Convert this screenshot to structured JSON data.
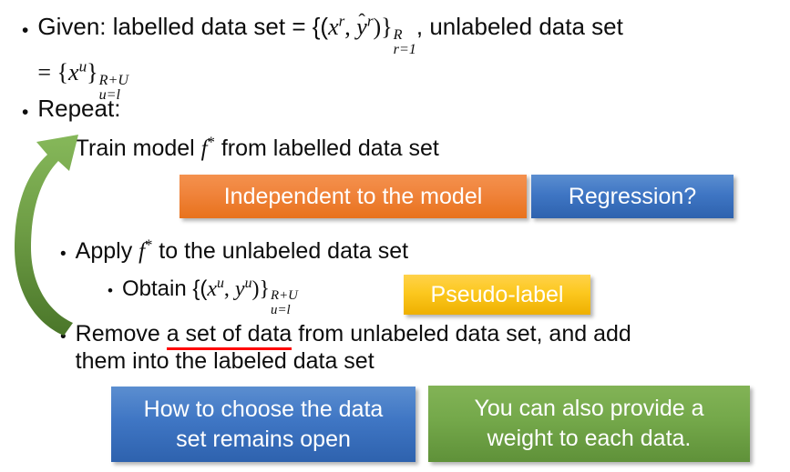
{
  "slide": {
    "background_color": "#ffffff",
    "text_color": "#0d0d0d",
    "bullets": [
      {
        "level": 1,
        "marker": "•",
        "line1_a": "Given: labelled data set = {(",
        "var_x1": "x",
        "sup_r1": "r",
        "comma1": ", ",
        "hat": "̂",
        "var_y1": "y",
        "sup_r2": "r",
        "close1": ")}",
        "sub_top1": "R",
        "sub_bot1": "r=1",
        "line1_b": ", unlabeled data set",
        "line2_a": "= {",
        "var_x2": "x",
        "sup_u1": "u",
        "close2": "}",
        "sub_top2": "R+U",
        "sub_bot2": "u=l"
      },
      {
        "level": 1,
        "marker": "•",
        "text": "Repeat:"
      },
      {
        "level": 2,
        "marker": "•",
        "text_a": "Train model ",
        "var_f": "f",
        "star": "*",
        "text_b": " from labelled data set"
      },
      {
        "level": 2,
        "marker": "•",
        "text_a": "Apply ",
        "var_f": "f",
        "star": "*",
        "text_b": " to the unlabeled data set"
      },
      {
        "level": 3,
        "marker": "•",
        "text_a": "Obtain {(",
        "var_x": "x",
        "sup_u": "u",
        "comma": ", ",
        "var_y": "y",
        "sup_u2": "u",
        "close": ")}",
        "sub_top": "R+U",
        "sub_bot": "u=l"
      },
      {
        "level": 2,
        "marker": "•",
        "text_a": "Remove ",
        "underlined": "a set of data",
        "text_b": " from unlabeled data set, and add",
        "text_c": "them into the labeled data set"
      }
    ],
    "callouts": [
      {
        "name": "independent-to-the-model",
        "label": "Independent to the model",
        "color": "#e8721c"
      },
      {
        "name": "regression-question",
        "label": "Regression?",
        "color": "#2e62ae"
      },
      {
        "name": "pseudo-label",
        "label": "Pseudo-label",
        "color": "#eeb000"
      },
      {
        "name": "how-to-choose-the-data-set",
        "label": "How to choose the data set remains open",
        "line1": "How to choose the data",
        "line2": "set remains open",
        "color": "#2e62ae"
      },
      {
        "name": "weight-to-each-data",
        "label": "You can also provide a weight to each data.",
        "line1": "You can also provide a",
        "line2": "weight to each data.",
        "color": "#5f9139"
      }
    ],
    "arrow": {
      "name": "loop-arrow",
      "description": "curved green arrow looping from the Remove bullet back up to the Train model bullet",
      "color_top": "#7fb052",
      "color_bottom": "#4e7d2b"
    },
    "underline_color": "#ff0000"
  }
}
